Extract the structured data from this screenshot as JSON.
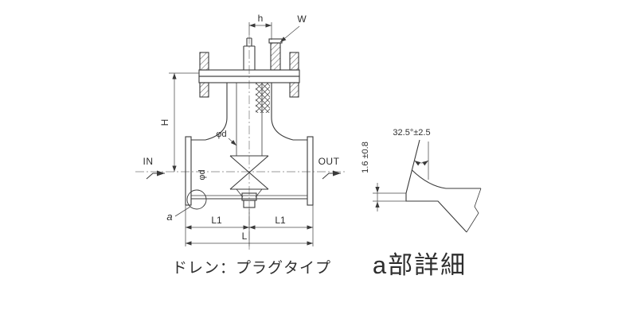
{
  "colors": {
    "background": "#ffffff",
    "line": "#3a3a3a"
  },
  "main_view": {
    "labels": {
      "h": "h",
      "w": "W",
      "height": "H",
      "inlet": "IN",
      "outlet": "OUT",
      "bore_top": "φd",
      "bore_side": "φd",
      "detail_ref": "a",
      "l1_left": "L1",
      "l1_right": "L1",
      "length_total": "L"
    },
    "caption": "ドレン：プラグタイプ"
  },
  "detail_view": {
    "title": "a部詳細",
    "angle_dim": "32.5°±2.5",
    "root_face_dim": "1.6 ±0.8"
  }
}
